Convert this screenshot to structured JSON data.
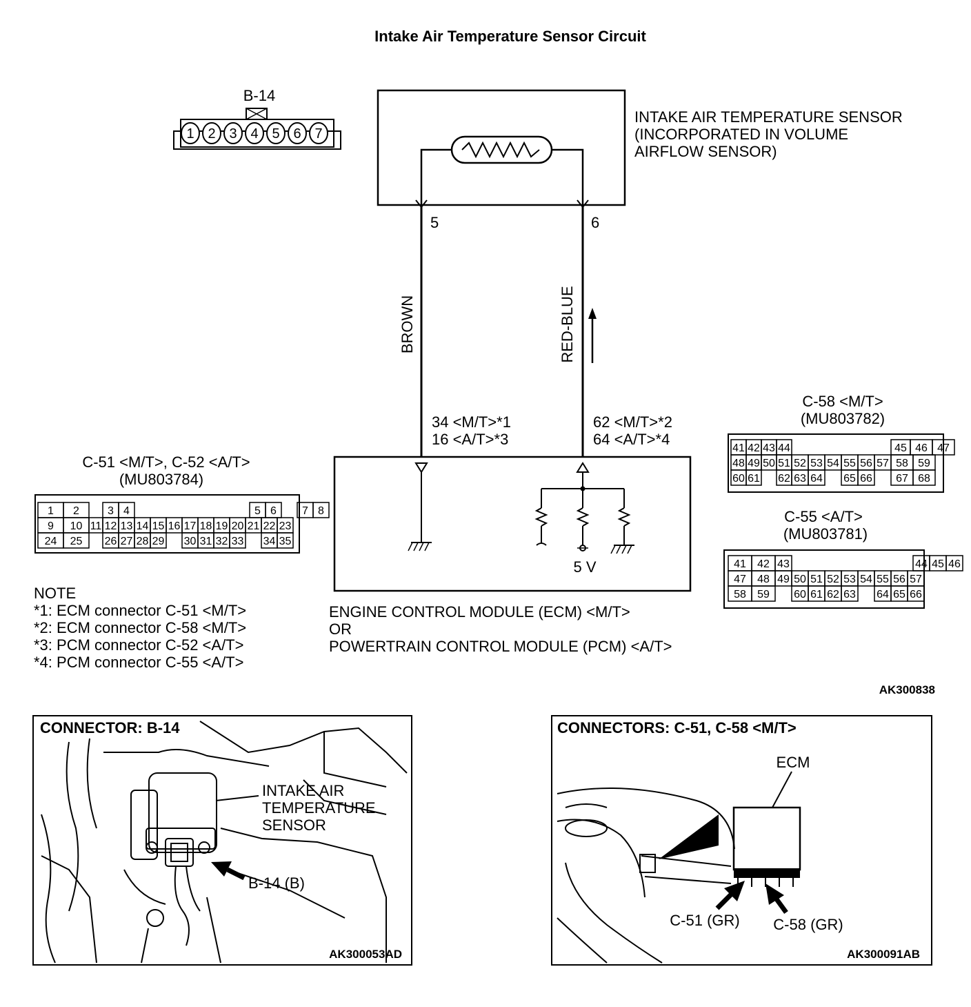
{
  "title": "Intake Air Temperature Sensor Circuit",
  "b14_connector": {
    "label": "B-14",
    "pins": [
      "1",
      "2",
      "3",
      "4",
      "5",
      "6",
      "7"
    ]
  },
  "sensor": {
    "label_lines": [
      "INTAKE AIR TEMPERATURE SENSOR",
      "(INCORPORATED IN VOLUME",
      "AIRFLOW SENSOR)"
    ],
    "terminal_left": "5",
    "terminal_right": "6"
  },
  "wires": {
    "left_color": "BROWN",
    "right_color": "RED-BLUE"
  },
  "ecm_terminals": {
    "left_lines": [
      "34 <M/T>*1",
      "16 <A/T>*3"
    ],
    "right_lines": [
      "62 <M/T>*2",
      "64 <A/T>*4"
    ]
  },
  "module": {
    "voltage": "5 V",
    "label_lines": [
      "ENGINE CONTROL MODULE (ECM) <M/T>",
      "OR",
      "POWERTRAIN CONTROL MODULE (PCM) <A/T>"
    ]
  },
  "c51_c52": {
    "title_lines": [
      "C-51 <M/T>, C-52 <A/T>",
      "(MU803784)"
    ],
    "rows": [
      [
        "1",
        "2",
        "",
        "3",
        "4",
        "",
        "",
        "",
        "",
        "5",
        "6",
        "",
        "7",
        "8"
      ],
      [
        "9",
        "10",
        "11",
        "12",
        "13",
        "14",
        "15",
        "16",
        "17",
        "18",
        "19",
        "20",
        "21",
        "22",
        "23"
      ],
      [
        "24",
        "25",
        "",
        "26",
        "27",
        "28",
        "29",
        "",
        "30",
        "31",
        "32",
        "33",
        "",
        "34",
        "35"
      ]
    ]
  },
  "c58": {
    "title_lines": [
      "C-58 <M/T>",
      "(MU803782)"
    ],
    "rows": [
      [
        "41",
        "42",
        "43",
        "44",
        "",
        "",
        "",
        "45",
        "46",
        "47"
      ],
      [
        "48",
        "49",
        "50",
        "51",
        "52",
        "53",
        "54",
        "55",
        "56",
        "57",
        "58",
        "59"
      ],
      [
        "60",
        "61",
        "",
        "62",
        "63",
        "64",
        "",
        "65",
        "66",
        "",
        "67",
        "68"
      ]
    ]
  },
  "c55": {
    "title_lines": [
      "C-55 <A/T>",
      "(MU803781)"
    ],
    "rows": [
      [
        "41",
        "42",
        "43",
        "",
        "",
        "",
        "",
        "44",
        "45",
        "46"
      ],
      [
        "47",
        "48",
        "49",
        "50",
        "51",
        "52",
        "53",
        "54",
        "55",
        "56",
        "57"
      ],
      [
        "58",
        "59",
        "",
        "60",
        "61",
        "62",
        "63",
        "",
        "64",
        "65",
        "66"
      ]
    ]
  },
  "notes": {
    "heading": "NOTE",
    "lines": [
      "*1: ECM connector C-51 <M/T>",
      "*2: ECM connector C-58 <M/T>",
      "*3: PCM connector C-52 <A/T>",
      "*4: PCM connector C-55 <A/T>"
    ]
  },
  "diagram_code": "AK300838",
  "panel_left": {
    "title": "CONNECTOR: B-14",
    "callout_lines": [
      "INTAKE AIR",
      "TEMPERATURE",
      "SENSOR"
    ],
    "pointer_label": "B-14 (B)",
    "code": "AK300053AD"
  },
  "panel_right": {
    "title": "CONNECTORS: C-51, C-58 <M/T>",
    "ecm_label": "ECM",
    "c51_label": "C-51 (GR)",
    "c58_label": "C-58 (GR)",
    "code": "AK300091AB"
  }
}
